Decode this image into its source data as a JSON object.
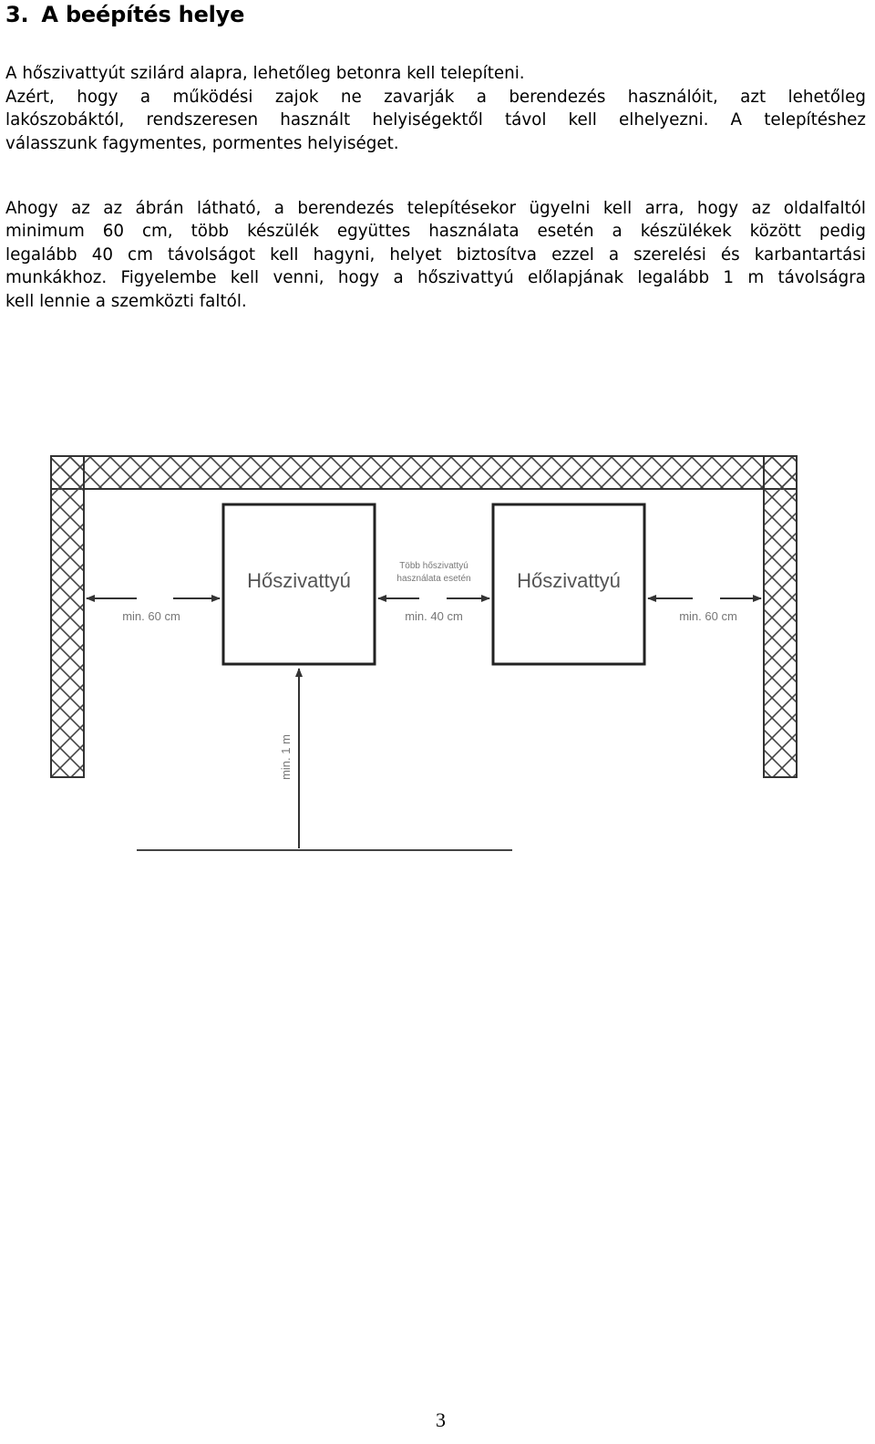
{
  "section": {
    "number": "3.",
    "title": "A beépítés helye"
  },
  "paragraphs": {
    "p1": "A hőszivattyút szilárd alapra, lehetőleg betonra kell telepíteni.",
    "p2_lines": [
      "Azért, hogy a működési zajok ne zavarják a berendezés használóit, azt lehetőleg",
      "lakószobáktól, rendszeresen használt helyiségektől távol kell elhelyezni. A telepítéshez",
      "válasszunk fagymentes, pormentes helyiséget."
    ],
    "p3_lines": [
      "Ahogy az az ábrán látható, a berendezés telepítésekor ügyelni kell arra, hogy az oldalfaltól",
      "minimum 60 cm, több készülék együttes használata esetén a készülékek között pedig",
      "legalább 40 cm távolságot kell hagyni, helyet biztosítva ezzel a szerelési és karbantartási",
      "munkákhoz. Figyelembe kell venni, hogy a hőszivattyú előlapjának legalább 1 m távolságra",
      "kell lennie a szemközti faltól."
    ]
  },
  "diagram": {
    "unit_left_label": "Hőszivattyú",
    "unit_right_label": "Hőszivattyú",
    "dim_left": "min. 60 cm",
    "dim_middle": "min. 40 cm",
    "dim_right": "min. 60 cm",
    "dim_front": "min. 1 m",
    "middle_note_line1": "Több hőszivattyú",
    "middle_note_line2": "használata esetén"
  },
  "page_number": "3"
}
